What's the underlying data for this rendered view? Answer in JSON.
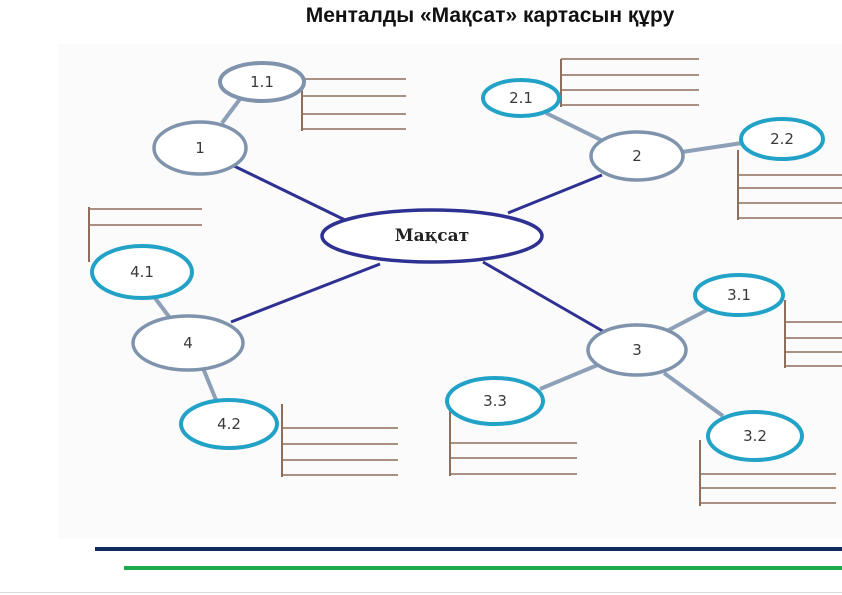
{
  "title": "Ментaлды «Мақсат» картасын құру",
  "center": {
    "label": "Мақсат"
  },
  "nodes": [
    {
      "id": "1",
      "label": "1"
    },
    {
      "id": "2",
      "label": "2"
    },
    {
      "id": "3",
      "label": "3"
    },
    {
      "id": "4",
      "label": "4"
    }
  ],
  "subnodes": [
    {
      "id": "1.1",
      "label": "1.1",
      "parent": "1"
    },
    {
      "id": "2.1",
      "label": "2.1",
      "parent": "2"
    },
    {
      "id": "2.2",
      "label": "2.2",
      "parent": "2"
    },
    {
      "id": "3.1",
      "label": "3.1",
      "parent": "3"
    },
    {
      "id": "3.2",
      "label": "3.2",
      "parent": "3"
    },
    {
      "id": "3.3",
      "label": "3.3",
      "parent": "3"
    },
    {
      "id": "4.1",
      "label": "4.1",
      "parent": "4"
    },
    {
      "id": "4.2",
      "label": "4.2",
      "parent": "4"
    }
  ],
  "colors": {
    "center_stroke": "#2e3192",
    "main_link": "#2e3192",
    "node_stroke": "#7f93ad",
    "subnode_stroke": "#22a2c7",
    "branch_line": "#8c6e5a"
  }
}
